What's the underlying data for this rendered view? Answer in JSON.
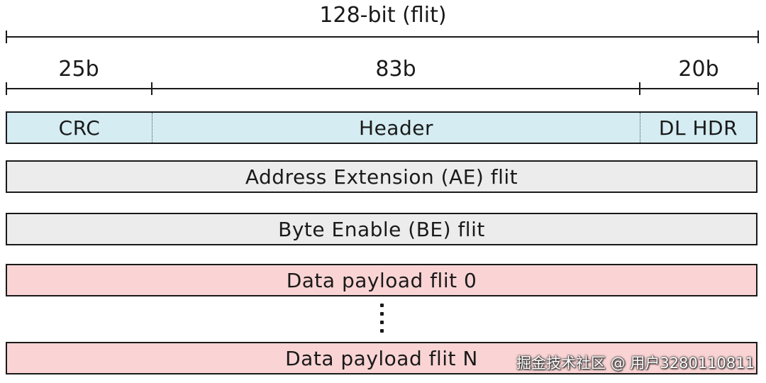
{
  "top_dimension": {
    "label": "128-bit (flit)"
  },
  "segment_dimensions": [
    {
      "label": "25b"
    },
    {
      "label": "83b"
    },
    {
      "label": "20b"
    }
  ],
  "header_flit": {
    "segments": [
      {
        "label": "CRC"
      },
      {
        "label": "Header"
      },
      {
        "label": "DL HDR"
      }
    ],
    "color": "#d4ecf2"
  },
  "flits": [
    {
      "label": "Address Extension (AE) flit",
      "color": "#ececec"
    },
    {
      "label": "Byte Enable (BE) flit",
      "color": "#ececec"
    },
    {
      "label": "Data payload flit 0",
      "color": "#fad4d4"
    },
    {
      "label": "Data payload flit N",
      "color": "#fad4d4"
    }
  ],
  "watermark": "掘金技术社区 @ 用户3280110811"
}
